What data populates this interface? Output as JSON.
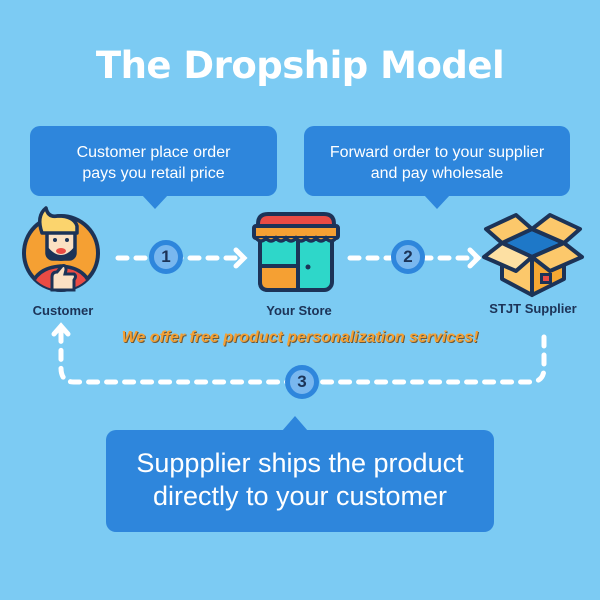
{
  "title": "The Dropship Model",
  "bubbles": {
    "step1": {
      "line1": "Customer place order",
      "line2": "pays you retail price"
    },
    "step2": {
      "line1": "Forward order to your supplier",
      "line2": "and pay wholesale"
    },
    "step3": {
      "line1": "Suppplier ships the product",
      "line2": "directly to your customer"
    }
  },
  "nodes": {
    "customer": {
      "label": "Customer",
      "icon": "customer-thumbs-up-icon"
    },
    "store": {
      "label": "Your Store",
      "icon": "storefront-icon"
    },
    "supplier": {
      "label": "STJT Supplier",
      "icon": "open-box-icon"
    }
  },
  "steps": [
    "1",
    "2",
    "3"
  ],
  "promo": "We offer free product personalization services!",
  "colors": {
    "background": "#7ccbf3",
    "bubble": "#2e86dc",
    "step_fill": "#79b7ef",
    "label_text": "#1c3357",
    "promo_text": "#f5a033"
  }
}
